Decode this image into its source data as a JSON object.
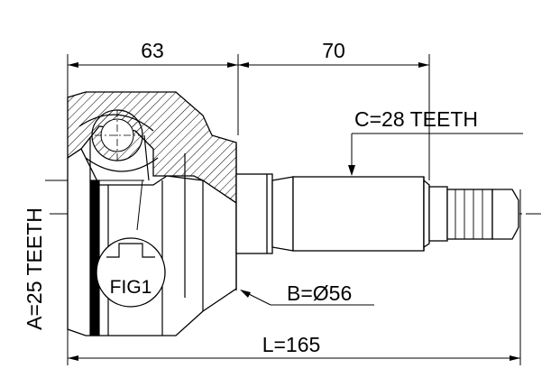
{
  "dimensions": {
    "top_left": "63",
    "top_right": "70",
    "overall_length": "L=165",
    "spline_a": "A=25 TEETH",
    "spline_c": "C=28 TEETH",
    "diameter_b": "B=Ø56"
  },
  "callout": {
    "fig": "FIG1"
  },
  "colors": {
    "line": "#000000",
    "background": "#ffffff"
  }
}
